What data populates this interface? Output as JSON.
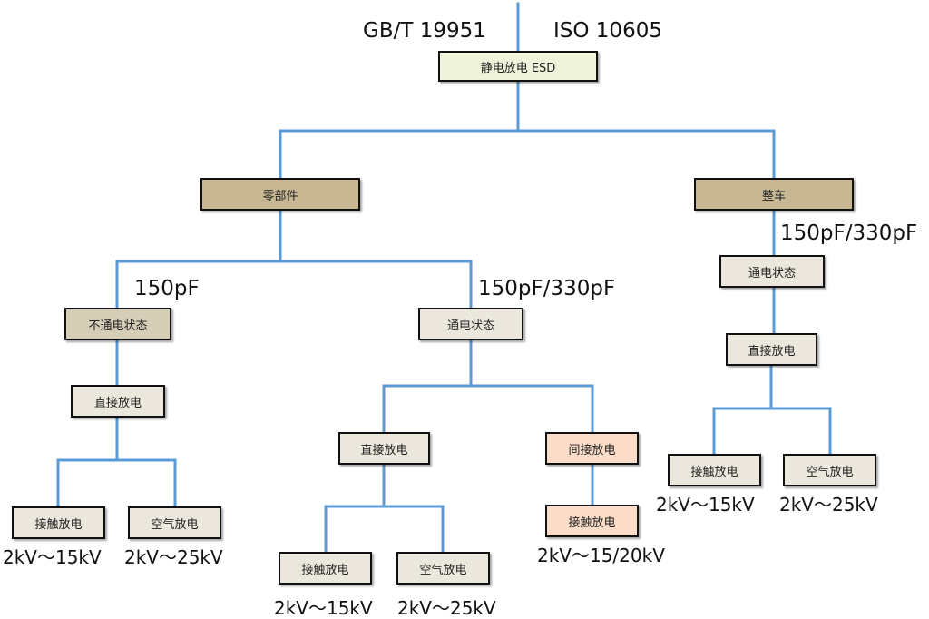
{
  "standards": {
    "left": "GB/T 19951",
    "right": "ISO 10605"
  },
  "root": "静电放电 ESD",
  "components": {
    "label": "零部件",
    "unpowered": {
      "capacitance": "150pF",
      "label": "不通电状态",
      "direct": "直接放电",
      "contact": {
        "label": "接触放电",
        "range": "2kV～15kV"
      },
      "air": {
        "label": "空气放电",
        "range": "2kV～25kV"
      }
    },
    "powered": {
      "capacitance": "150pF/330pF",
      "label": "通电状态",
      "direct": "直接放电",
      "contact": {
        "label": "接触放电",
        "range": "2kV～15kV"
      },
      "air": {
        "label": "空气放电",
        "range": "2kV～25kV"
      },
      "indirect": "间接放电",
      "indirect_contact": {
        "label": "接触放电",
        "range": "2kV～15/20kV"
      }
    }
  },
  "vehicle": {
    "label": "整车",
    "capacitance": "150pF/330pF",
    "powered": "通电状态",
    "direct": "直接放电",
    "contact": {
      "label": "接触放电",
      "range": "2kV～15kV"
    },
    "air": {
      "label": "空气放电",
      "range": "2kV～25kV"
    }
  },
  "colors": {
    "connector": "#5b9bd5",
    "root_fill": "#eef3d9",
    "category_fill": "#c7b793",
    "unpowered_fill": "#d6cdb7",
    "node_fill": "#ebe7dc",
    "indirect_fill": "#fbdcc8"
  }
}
